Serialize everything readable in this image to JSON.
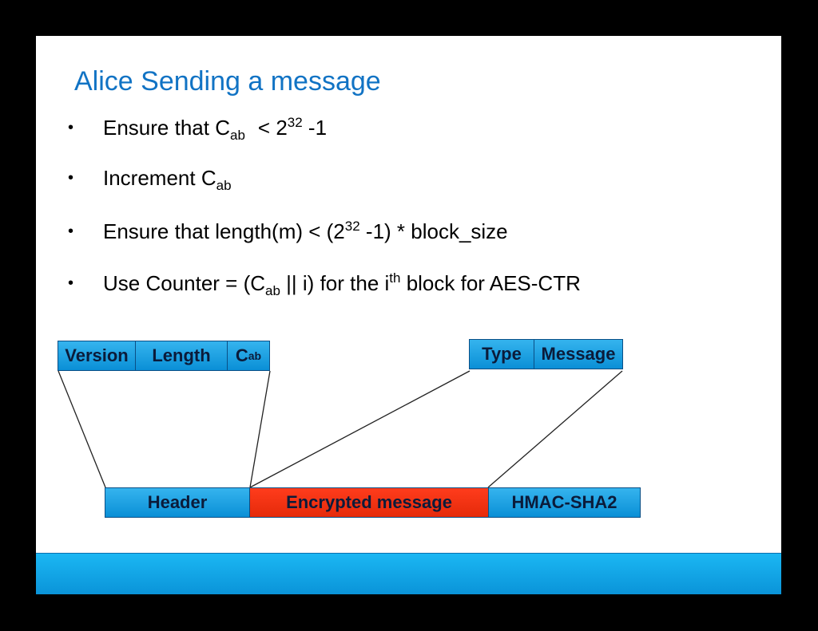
{
  "title": "Alice Sending a message",
  "bullets": {
    "b1": {
      "text": "Ensure that C",
      "sub": "ab",
      "lt": "< 2",
      "sup": "32",
      "end": " -1"
    },
    "b2": {
      "text": "Increment C",
      "sub": "ab"
    },
    "b3": {
      "text": "Ensure that length(m) < (2",
      "sup": "32",
      "end": " -1) * block_size"
    },
    "b4": {
      "text": "Use Counter = (C",
      "sub": "ab",
      "mid": " || i) for the i",
      "sup": "th",
      "end": " block for AES-CTR"
    }
  },
  "diagram": {
    "header_fields": {
      "version": "Version",
      "length": "Length",
      "c": "C",
      "c_sub": "ab"
    },
    "payload_fields": {
      "type": "Type",
      "message": "Message"
    },
    "packet": {
      "header": "Header",
      "encrypted": "Encrypted message",
      "hmac": "HMAC-SHA2"
    }
  },
  "colors": {
    "title": "#1173c4",
    "cell_blue": "#1aa3e6",
    "cell_red": "#f23212",
    "footer": "#0a93d8"
  }
}
